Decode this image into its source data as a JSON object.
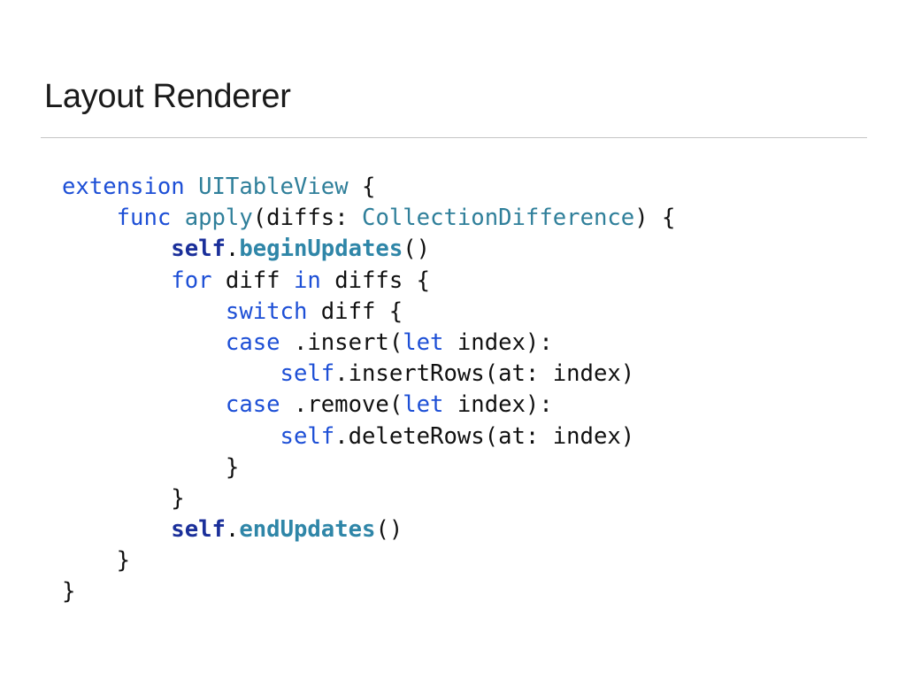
{
  "slide": {
    "title": "Layout Renderer"
  },
  "code": {
    "language": "swift",
    "lines": [
      [
        {
          "t": "extension",
          "s": "kw"
        },
        {
          "t": " ",
          "s": "plain"
        },
        {
          "t": "UITableView",
          "s": "ty"
        },
        {
          "t": " {",
          "s": "plain"
        }
      ],
      [
        {
          "t": "    ",
          "s": "plain"
        },
        {
          "t": "func",
          "s": "kw"
        },
        {
          "t": " ",
          "s": "plain"
        },
        {
          "t": "apply",
          "s": "ty"
        },
        {
          "t": "(diffs: ",
          "s": "plain"
        },
        {
          "t": "CollectionDifference",
          "s": "ty"
        },
        {
          "t": ") {",
          "s": "plain"
        }
      ],
      [
        {
          "t": "        ",
          "s": "plain"
        },
        {
          "t": "self",
          "s": "kw-bold"
        },
        {
          "t": ".",
          "s": "plain"
        },
        {
          "t": "beginUpdates",
          "s": "fn-bold"
        },
        {
          "t": "()",
          "s": "plain"
        }
      ],
      [
        {
          "t": "        ",
          "s": "plain"
        },
        {
          "t": "for",
          "s": "kw"
        },
        {
          "t": " diff ",
          "s": "plain"
        },
        {
          "t": "in",
          "s": "kw"
        },
        {
          "t": " diffs {",
          "s": "plain"
        }
      ],
      [
        {
          "t": "            ",
          "s": "plain"
        },
        {
          "t": "switch",
          "s": "kw"
        },
        {
          "t": " diff {",
          "s": "plain"
        }
      ],
      [
        {
          "t": "            ",
          "s": "plain"
        },
        {
          "t": "case",
          "s": "kw"
        },
        {
          "t": " .insert(",
          "s": "plain"
        },
        {
          "t": "let",
          "s": "kw"
        },
        {
          "t": " index):",
          "s": "plain"
        }
      ],
      [
        {
          "t": "                ",
          "s": "plain"
        },
        {
          "t": "self",
          "s": "kw"
        },
        {
          "t": ".insertRows(at: index)",
          "s": "plain"
        }
      ],
      [
        {
          "t": "            ",
          "s": "plain"
        },
        {
          "t": "case",
          "s": "kw"
        },
        {
          "t": " .remove(",
          "s": "plain"
        },
        {
          "t": "let",
          "s": "kw"
        },
        {
          "t": " index):",
          "s": "plain"
        }
      ],
      [
        {
          "t": "                ",
          "s": "plain"
        },
        {
          "t": "self",
          "s": "kw"
        },
        {
          "t": ".deleteRows(at: index)",
          "s": "plain"
        }
      ],
      [
        {
          "t": "            }",
          "s": "plain"
        }
      ],
      [
        {
          "t": "        }",
          "s": "plain"
        }
      ],
      [
        {
          "t": "        ",
          "s": "plain"
        },
        {
          "t": "self",
          "s": "kw-bold"
        },
        {
          "t": ".",
          "s": "plain"
        },
        {
          "t": "endUpdates",
          "s": "fn-bold"
        },
        {
          "t": "()",
          "s": "plain"
        }
      ],
      [
        {
          "t": "    }",
          "s": "plain"
        }
      ],
      [
        {
          "t": "}",
          "s": "plain"
        }
      ]
    ]
  },
  "colors": {
    "keyword": "#1d4fd6",
    "type": "#2f7f9a",
    "self_bold": "#1a2f9a",
    "method_bold": "#2f86a8",
    "text": "#111111",
    "rule": "#c4c4c4"
  }
}
